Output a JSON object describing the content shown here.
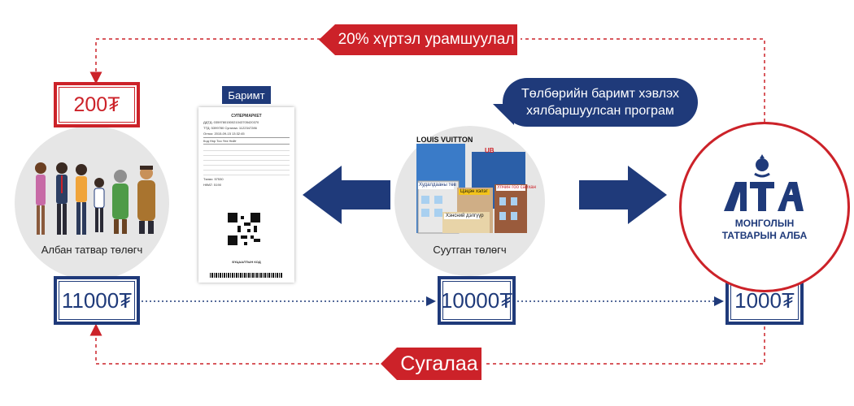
{
  "colors": {
    "navy": "#1f3a7a",
    "red": "#cc2229",
    "gray": "#e6e6e6"
  },
  "top_tag": "20% хүртэл урамшуулал",
  "bottom_tag": "Сугалаа",
  "receipt_label": "Баримт",
  "bubble": {
    "line1": "Төлбөрийн баримт хэвлэх",
    "line2": "хялбаршуулсан програм"
  },
  "left": {
    "caption": "Албан татвар төлөгч",
    "amount_top": "200₮",
    "amount": "11000₮"
  },
  "middle": {
    "caption": "Суутган төлөгч",
    "amount": "10000₮",
    "signs": [
      "LOUIS VUITTON",
      "UB",
      "Худалдааны төв",
      "Цэцэн хэлэг",
      "Улчин гоо сайхан",
      "Хэнсний дэлгүүр"
    ]
  },
  "right": {
    "logo_letters": "МТА",
    "line1": "МОНГОЛЫН",
    "line2": "ТАТВАРЫН АЛБА",
    "amount": "1000₮"
  },
  "receipt": {
    "title": "СУПЕРМАРКЕТ",
    "lines": [
      "ДДТД: 0359780150021043705420370",
      "ТТД: 5399780   Сугалаа: 1122347286",
      "Огноо: 2015-09-15 13:32:45",
      "Код   Нэр   Тоо   Үнэ   Нийт",
      "Төлөх:  57530",
      "НӨАТ:  5190",
      "БҮЦААЛТЫН КОД"
    ]
  }
}
